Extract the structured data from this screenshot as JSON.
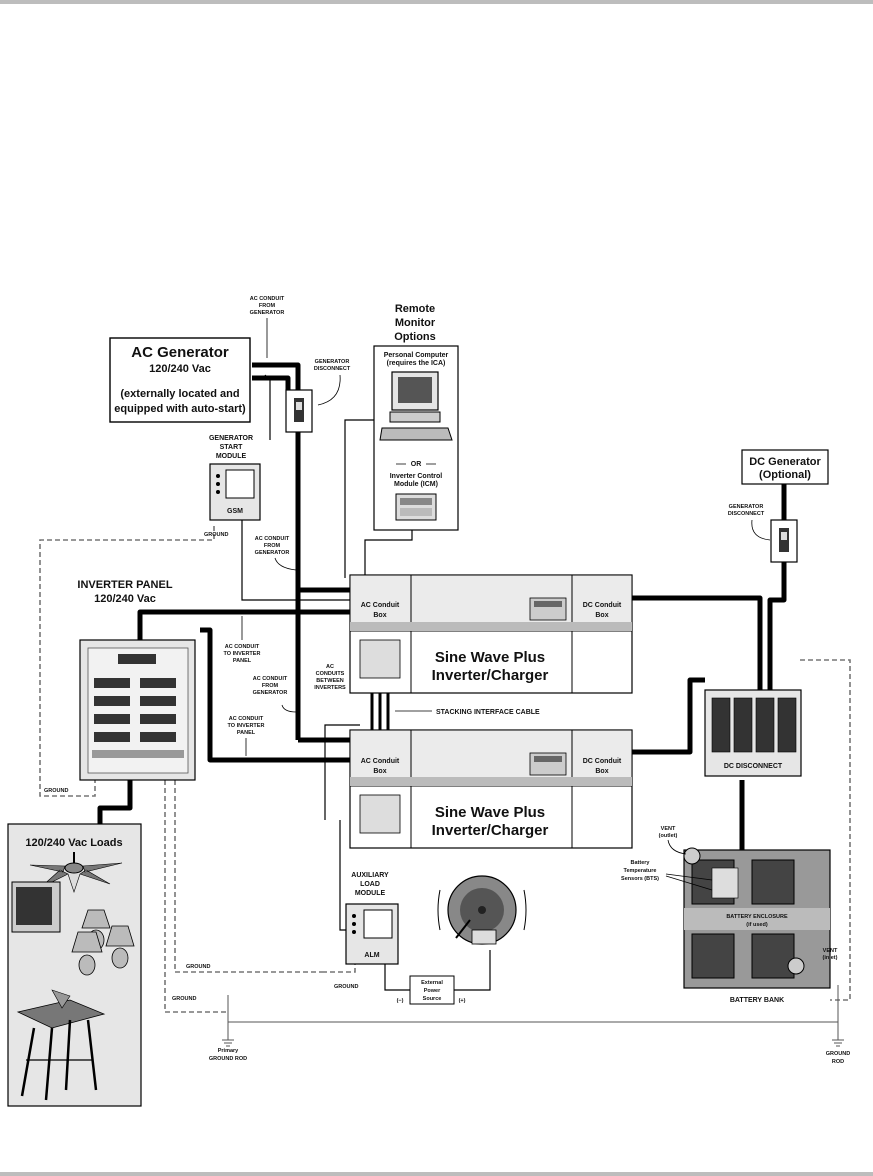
{
  "ac_generator": {
    "title": "AC Generator",
    "voltage": "120/240 Vac",
    "note_line1": "(externally located and",
    "note_line2": "equipped with auto-start)"
  },
  "remote_monitor": {
    "title_line1": "Remote",
    "title_line2": "Monitor",
    "title_line3": "Options",
    "pc_line1": "Personal Computer",
    "pc_line2": "(requires the ICA)",
    "or_label": "OR",
    "icm_line1": "Inverter Control",
    "icm_line2": "Module (ICM)"
  },
  "labels": {
    "ac_conduit_from_generator_top": [
      "AC CONDUIT",
      "FROM",
      "GENERATOR"
    ],
    "generator_disconnect_ac": [
      "GENERATOR",
      "DISCONNECT"
    ],
    "generator_start_module": [
      "GENERATOR",
      "START",
      "MODULE"
    ],
    "gsm": "GSM",
    "ground_gsm": "GROUND",
    "ac_conduit_from_generator_mid": [
      "AC CONDUIT",
      "FROM",
      "GENERATOR"
    ],
    "inverter_panel": [
      "INVERTER PANEL",
      "120/240 Vac"
    ],
    "ac_conduit_to_inverter_panel_1": [
      "AC CONDUIT",
      "TO INVERTER",
      "PANEL"
    ],
    "ac_conduit_from_generator_low": [
      "AC CONDUIT",
      "FROM",
      "GENERATOR"
    ],
    "ac_conduit_to_inverter_panel_2": [
      "AC CONDUIT",
      "TO INVERTER",
      "PANEL"
    ],
    "ac_conduits_between_inverters": [
      "AC",
      "CONDUITS",
      "BETWEEN",
      "INVERTERS"
    ],
    "stacking_interface_cable": "STACKING INTERFACE CABLE",
    "dc_generator": [
      "DC Generator",
      "(Optional)"
    ],
    "generator_disconnect_dc": [
      "GENERATOR",
      "DISCONNECT"
    ],
    "dc_disconnect": "DC DISCONNECT",
    "ground_panel": "GROUND",
    "loads": "120/240 Vac Loads",
    "auxiliary_load_module": [
      "AUXILIARY",
      "LOAD",
      "MODULE"
    ],
    "alm": "ALM",
    "ground_alm": "GROUND",
    "ground_low": "GROUND",
    "ground_lower": "GROUND",
    "external_power_source": [
      "External",
      "Power",
      "Source"
    ],
    "minus": "(−)",
    "plus": "(+)",
    "vent_outlet": [
      "VENT",
      "(outlet)"
    ],
    "battery_temperature_sensors": [
      "Battery",
      "Temperature",
      "Sensors (BTS)"
    ],
    "battery_enclosure": [
      "BATTERY ENCLOSURE",
      "(if used)"
    ],
    "vent_inlet": [
      "VENT",
      "(inlet)"
    ],
    "battery_bank": "BATTERY BANK",
    "primary_ground_rod": [
      "Primary",
      "GROUND ROD"
    ],
    "ground_rod": [
      "GROUND",
      "ROD"
    ]
  },
  "inverters": [
    {
      "ac_box": [
        "AC Conduit",
        "Box"
      ],
      "dc_box": [
        "DC Conduit",
        "Box"
      ],
      "name": [
        "Sine Wave Plus",
        "Inverter/Charger"
      ]
    },
    {
      "ac_box": [
        "AC Conduit",
        "Box"
      ],
      "dc_box": [
        "DC Conduit",
        "Box"
      ],
      "name": [
        "Sine Wave Plus",
        "Inverter/Charger"
      ]
    }
  ],
  "colors": {
    "wire": "#000000",
    "box_fill": "#ebebeb",
    "panel_fill": "#e6e6e6",
    "rule": "#bdbdbd"
  }
}
